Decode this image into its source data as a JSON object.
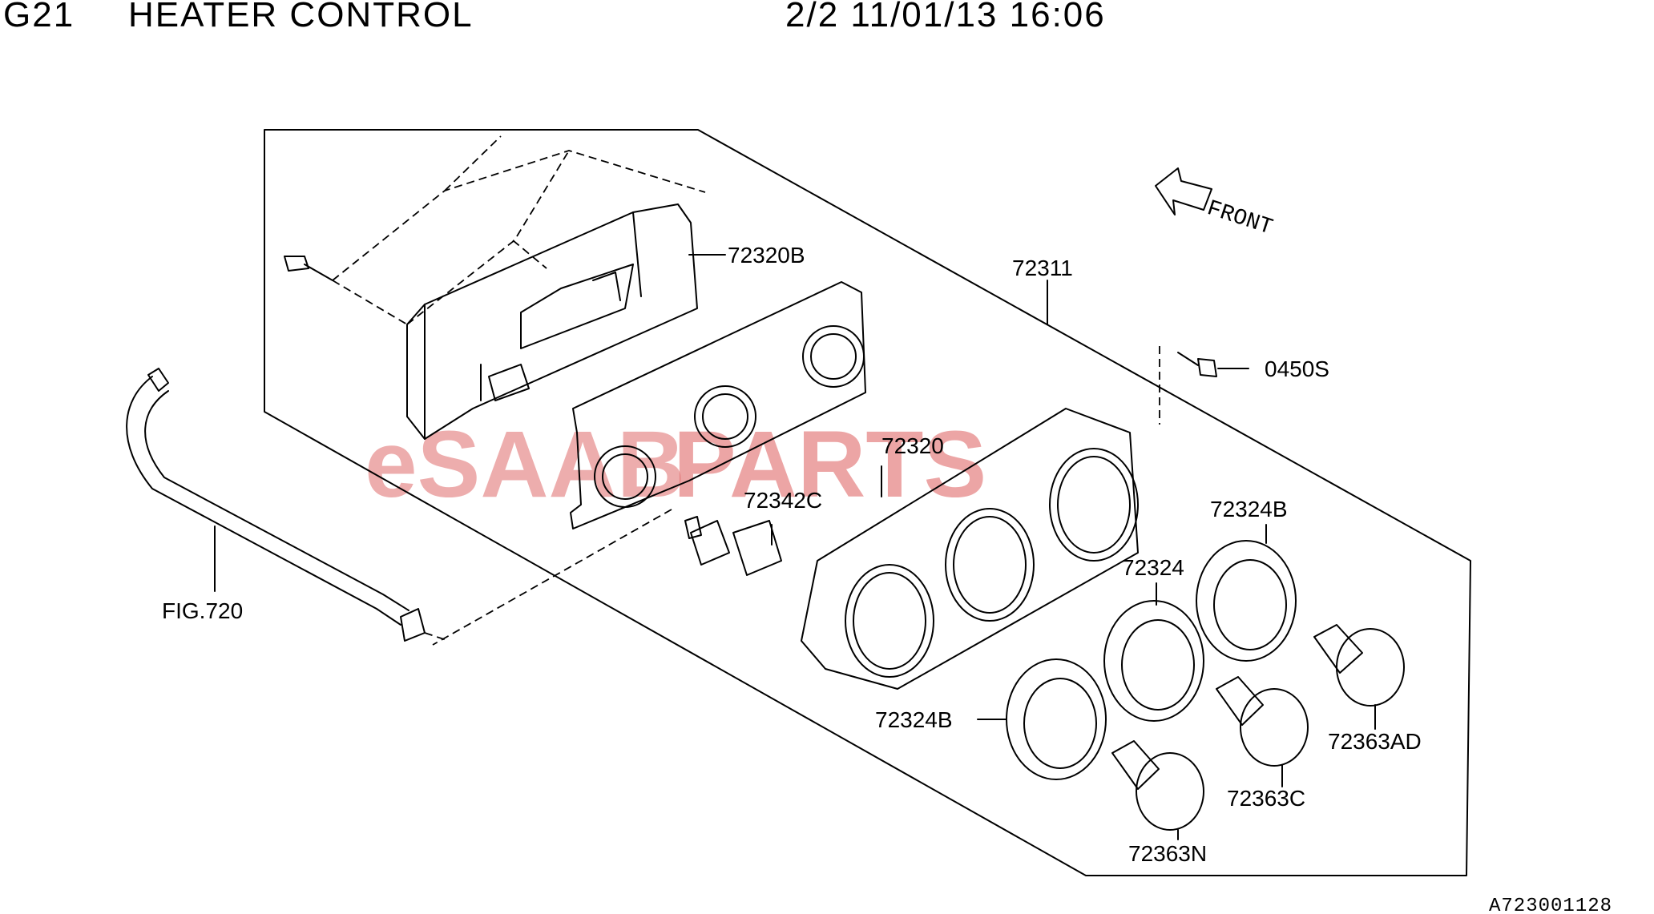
{
  "header": {
    "figure_code": "G21",
    "title": "HEATER CONTROL",
    "page_date": "2/2 11/01/13 16:06"
  },
  "watermark": {
    "prefix": "eSAAB",
    "suffix": "PARTS",
    "color": "#e06b6b"
  },
  "orientation": {
    "label": "FRONT",
    "icon": "arrow-icon"
  },
  "callouts": {
    "housing": "72320B",
    "assembly": "72311",
    "screw": "0450S",
    "panel": "72320",
    "bulb": "72342C",
    "cable_ref": "FIG.720",
    "ring_right": "72324B",
    "ring_center": "72324",
    "ring_left": "72324B",
    "knob_right": "72363AD",
    "knob_center": "72363C",
    "knob_left": "72363N"
  },
  "drawing_id": "A723001128"
}
